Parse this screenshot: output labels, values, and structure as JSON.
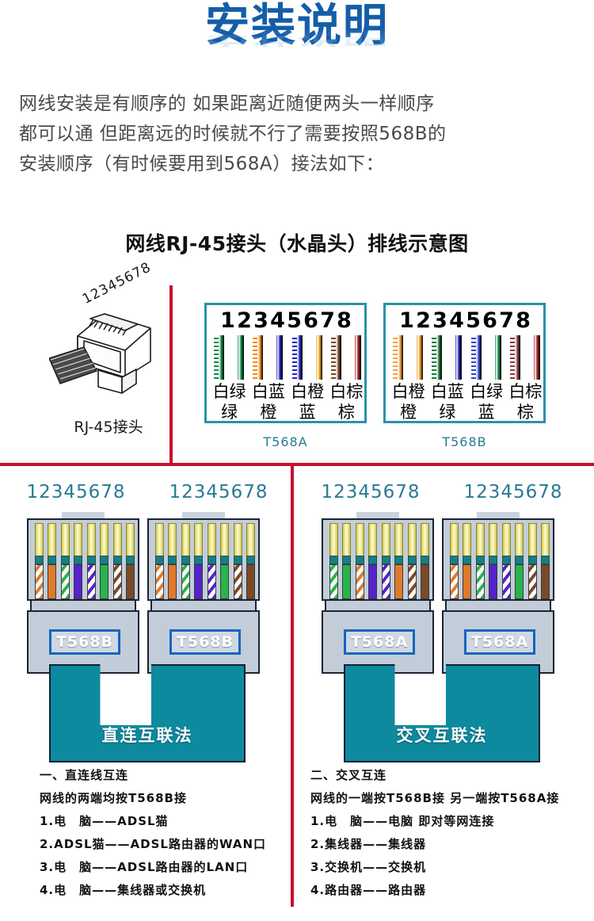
{
  "title": {
    "main": "安装说明"
  },
  "intro": {
    "lines": [
      "网线安装是有顺序的 如果距离近随便两头一样顺序",
      "都可以通 但距离远的时候就不行了需要按照568B的",
      "安装顺序（有时候要用到568A）接法如下："
    ]
  },
  "section_title": "网线RJ-45接头（水晶头）排线示意图",
  "rj45": {
    "numbers": "12345678",
    "caption": "RJ-45接头"
  },
  "standards": [
    {
      "id": "t568a",
      "caption": "T568A",
      "numbers": [
        "1",
        "2",
        "3",
        "4",
        "5",
        "6",
        "7",
        "8"
      ],
      "label_row1": [
        "白绿",
        "白蓝",
        "白橙",
        "白棕"
      ],
      "label_row2": [
        "绿",
        "橙",
        "蓝",
        "棕"
      ],
      "wires": [
        {
          "name": "白绿",
          "core": "#0f8a4a",
          "striped": true
        },
        {
          "name": "绿",
          "core": "#0f8a4a",
          "striped": false
        },
        {
          "name": "白橙",
          "core": "#f08a1e",
          "striped": true
        },
        {
          "name": "蓝",
          "core": "#2222bb",
          "striped": false
        },
        {
          "name": "白蓝",
          "core": "#2222bb",
          "striped": true
        },
        {
          "name": "橙",
          "core": "#f0a81e",
          "striped": false
        },
        {
          "name": "白棕",
          "core": "#7a4528",
          "striped": true
        },
        {
          "name": "棕",
          "core": "#a32020",
          "striped": false
        }
      ]
    },
    {
      "id": "t568b",
      "caption": "T568B",
      "numbers": [
        "1",
        "2",
        "3",
        "4",
        "5",
        "6",
        "7",
        "8"
      ],
      "label_row1": [
        "白橙",
        "白蓝",
        "白绿",
        "白棕"
      ],
      "label_row2": [
        "橙",
        "绿",
        "蓝",
        "棕"
      ],
      "wires": [
        {
          "name": "白橙",
          "core": "#f0a045",
          "striped": true
        },
        {
          "name": "橙",
          "core": "#f0a020",
          "striped": false
        },
        {
          "name": "白绿",
          "core": "#1d7a3a",
          "striped": true
        },
        {
          "name": "蓝",
          "core": "#2222bb",
          "striped": false
        },
        {
          "name": "白蓝",
          "core": "#3344cc",
          "striped": true
        },
        {
          "name": "绿",
          "core": "#0f8a4a",
          "striped": false
        },
        {
          "name": "白棕",
          "core": "#8a3a3a",
          "striped": true
        },
        {
          "name": "棕",
          "core": "#a32020",
          "striped": false
        }
      ]
    }
  ],
  "diagrams": [
    {
      "id": "straight",
      "pin_numbers": "12345678",
      "cable_label": "直连互联法",
      "connectors": [
        {
          "badge": "T568B",
          "wires": [
            {
              "core": "#e07a2a",
              "striped": true
            },
            {
              "core": "#e07a2a",
              "striped": false
            },
            {
              "core": "#28b44a",
              "striped": true
            },
            {
              "core": "#5522cc",
              "striped": false
            },
            {
              "core": "#5522cc",
              "striped": true
            },
            {
              "core": "#28b44a",
              "striped": false
            },
            {
              "core": "#7a4a28",
              "striped": true
            },
            {
              "core": "#7a4a28",
              "striped": false
            }
          ]
        },
        {
          "badge": "T568B",
          "wires": [
            {
              "core": "#e07a2a",
              "striped": true
            },
            {
              "core": "#e07a2a",
              "striped": false
            },
            {
              "core": "#28b44a",
              "striped": true
            },
            {
              "core": "#5522cc",
              "striped": false
            },
            {
              "core": "#5522cc",
              "striped": true
            },
            {
              "core": "#28b44a",
              "striped": false
            },
            {
              "core": "#7a4a28",
              "striped": true
            },
            {
              "core": "#7a4a28",
              "striped": false
            }
          ]
        }
      ],
      "notes": [
        "一、直连线互连",
        "网线的两端均按T568B接",
        "1.电　脑——ADSL猫",
        "2.ADSL猫——ADSL路由器的WAN口",
        "3.电　脑——ADSL路由器的LAN口",
        "4.电　脑——集线器或交换机"
      ]
    },
    {
      "id": "crossover",
      "pin_numbers": "12345678",
      "cable_label": "交叉互联法",
      "connectors": [
        {
          "badge": "T568A",
          "wires": [
            {
              "core": "#28b44a",
              "striped": true
            },
            {
              "core": "#28b44a",
              "striped": false
            },
            {
              "core": "#e07a2a",
              "striped": true
            },
            {
              "core": "#5522cc",
              "striped": false
            },
            {
              "core": "#5522cc",
              "striped": true
            },
            {
              "core": "#e07a2a",
              "striped": false
            },
            {
              "core": "#7a4a28",
              "striped": true
            },
            {
              "core": "#7a4a28",
              "striped": false
            }
          ]
        },
        {
          "badge": "T568A",
          "wires": [
            {
              "core": "#e07a2a",
              "striped": true
            },
            {
              "core": "#e07a2a",
              "striped": false
            },
            {
              "core": "#28b44a",
              "striped": true
            },
            {
              "core": "#5522cc",
              "striped": false
            },
            {
              "core": "#5522cc",
              "striped": true
            },
            {
              "core": "#28b44a",
              "striped": false
            },
            {
              "core": "#7a4a28",
              "striped": true
            },
            {
              "core": "#7a4a28",
              "striped": false
            }
          ]
        }
      ],
      "notes": [
        "二、交叉互连",
        "网线的一端按T568B接 另一端按T568A接",
        "1.电　脑——电脑 即对等网连接",
        "2.集线器——集线器",
        "3.交换机——交换机",
        "4.路由器——路由器"
      ]
    }
  ],
  "colors": {
    "accent_red": "#c8102e",
    "teal": "#0e8a9e",
    "box_border": "#2a93a8",
    "number_blue": "#2a7a94",
    "title_blue": "#1464aa"
  }
}
